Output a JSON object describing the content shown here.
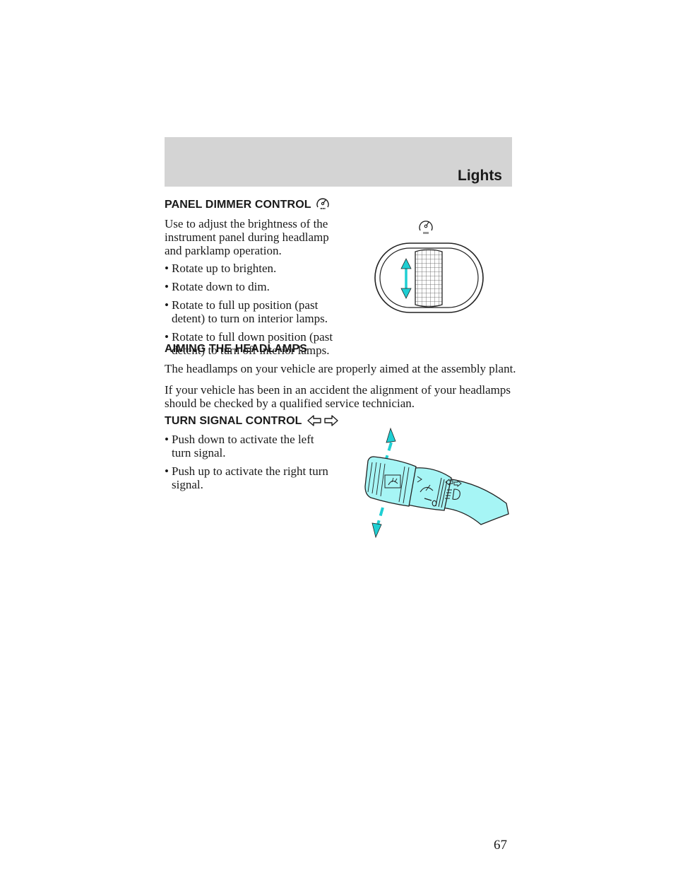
{
  "header": {
    "title": "Lights"
  },
  "panel_dimmer": {
    "heading": "PANEL DIMMER CONTROL",
    "icon": "speedometer-icon",
    "intro_lines": [
      "Use to adjust the brightness of the",
      "instrument panel during headlamp",
      "and parklamp operation."
    ],
    "bullets": [
      [
        "Rotate up to brighten."
      ],
      [
        "Rotate down to dim."
      ],
      [
        "Rotate to full up position (past",
        "detent) to turn on interior lamps."
      ],
      [
        "Rotate to full down position (past",
        "detent) to turn off interior lamps."
      ]
    ]
  },
  "aiming": {
    "heading": "AIMING THE HEADLAMPS",
    "lines": [
      "The headlamps on your vehicle are properly aimed at the assembly plant.",
      "If your vehicle has been in an accident the alignment of your headlamps",
      "should be checked by a qualified service technician."
    ]
  },
  "turn_signal": {
    "heading": "TURN SIGNAL CONTROL",
    "icon": "turn-signal-arrows-icon",
    "bullets": [
      [
        "Push down to activate the left",
        "turn signal."
      ],
      [
        "Push up to activate the right turn",
        "signal."
      ]
    ]
  },
  "bullet_char": "•",
  "colors": {
    "stalk": "#a6f5f5",
    "arrow": "#1fcfd3",
    "header_band": "#d4d4d4"
  },
  "page_number": "67"
}
